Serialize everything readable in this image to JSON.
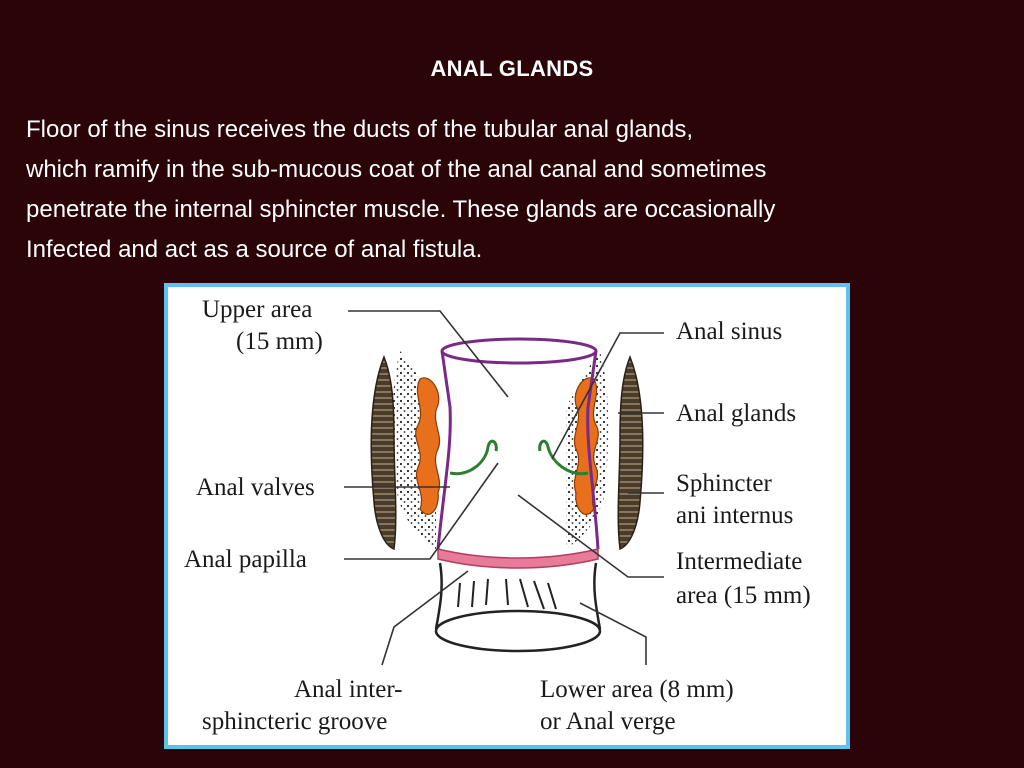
{
  "slide": {
    "title": "ANAL  GLANDS",
    "body": "Floor of the sinus receives the ducts of the tubular anal glands,\nwhich ramify in the sub-mucous coat of the anal canal and sometimes\npenetrate the internal sphincter muscle. These glands are occasionally\nInfected and act as a source of anal fistula."
  },
  "diagram": {
    "labels": {
      "upper_area_1": "Upper area",
      "upper_area_2": "(15 mm)",
      "anal_sinus": "Anal sinus",
      "anal_glands": "Anal glands",
      "sphincter_1": "Sphincter",
      "sphincter_2": "ani internus",
      "anal_valves": "Anal valves",
      "anal_papilla": "Anal papilla",
      "intermediate_1": "Intermediate",
      "intermediate_2": "area (15 mm)",
      "groove_1": "Anal inter-",
      "groove_2": "sphincteric groove",
      "lower_1": "Lower area (8 mm)",
      "lower_2": "or Anal verge"
    },
    "colors": {
      "background": "#2a0406",
      "frame_border": "#5ec2f0",
      "canal_outline": "#7a2a86",
      "gland": "#e8701c",
      "valve": "#2e7d32",
      "pectinate_band": "#e87a9a",
      "muscle": "#4a3b2a"
    }
  }
}
